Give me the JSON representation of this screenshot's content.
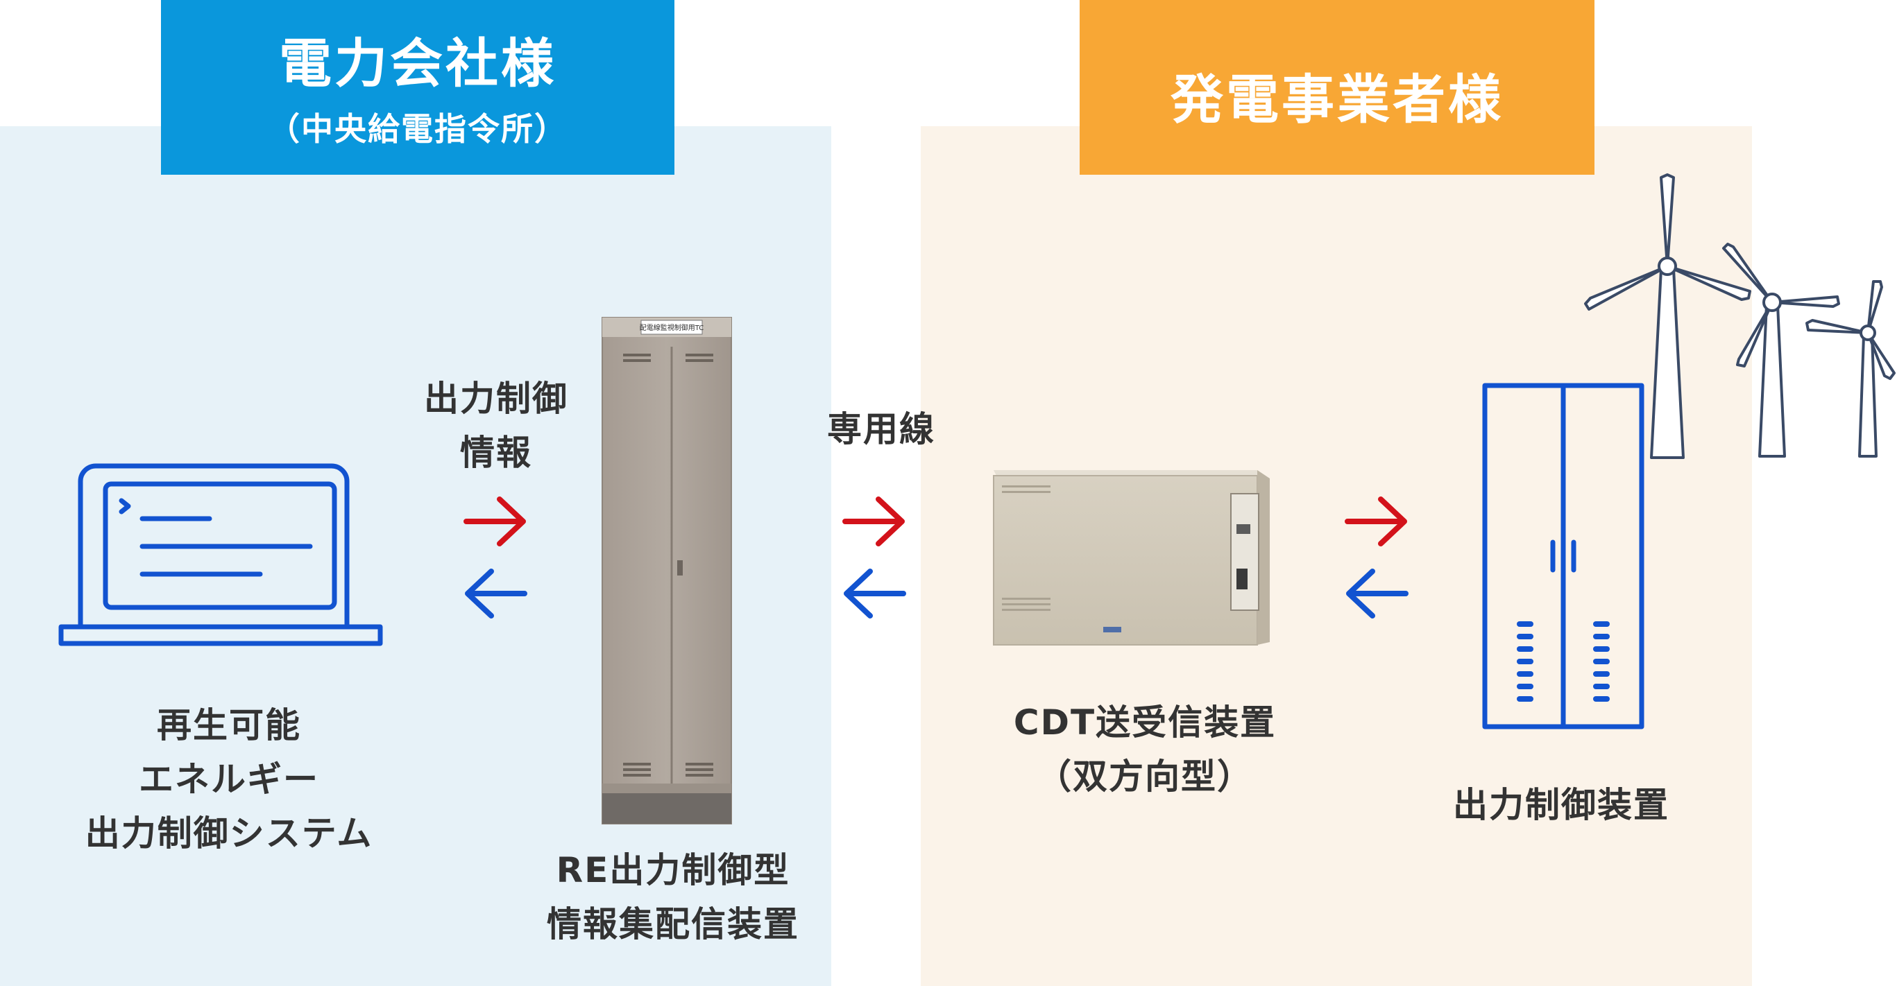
{
  "colors": {
    "left_header": "#0a97dc",
    "right_header": "#f8a735",
    "left_panel": "#e7f2f8",
    "right_panel": "#fbf3e9",
    "arrow_forward": "#d3121a",
    "arrow_back": "#1253d0",
    "icon_stroke": "#1253d0"
  },
  "left": {
    "title": "電力会社様",
    "subtitle": "（中央給電指令所）"
  },
  "right": {
    "title": "発電事業者様"
  },
  "nodes": {
    "system": {
      "lines": [
        "再生可能",
        "エネルギー",
        "出力制御システム"
      ],
      "icon": "laptop-icon"
    },
    "distributor": {
      "lines": [
        "RE出力制御型",
        "情報集配信装置"
      ],
      "panel_text": "配電線監視制御用TC"
    },
    "cdt": {
      "lines": [
        "CDT送受信装置",
        "（双方向型）"
      ]
    },
    "controller": {
      "lines": [
        "出力制御装置"
      ],
      "icon": "cabinet-icon"
    }
  },
  "links": {
    "info": {
      "lines": [
        "出力制御",
        "情報"
      ]
    },
    "dedicated": {
      "label": "専用線"
    }
  },
  "decor": {
    "icon": "wind-turbine-icon"
  }
}
